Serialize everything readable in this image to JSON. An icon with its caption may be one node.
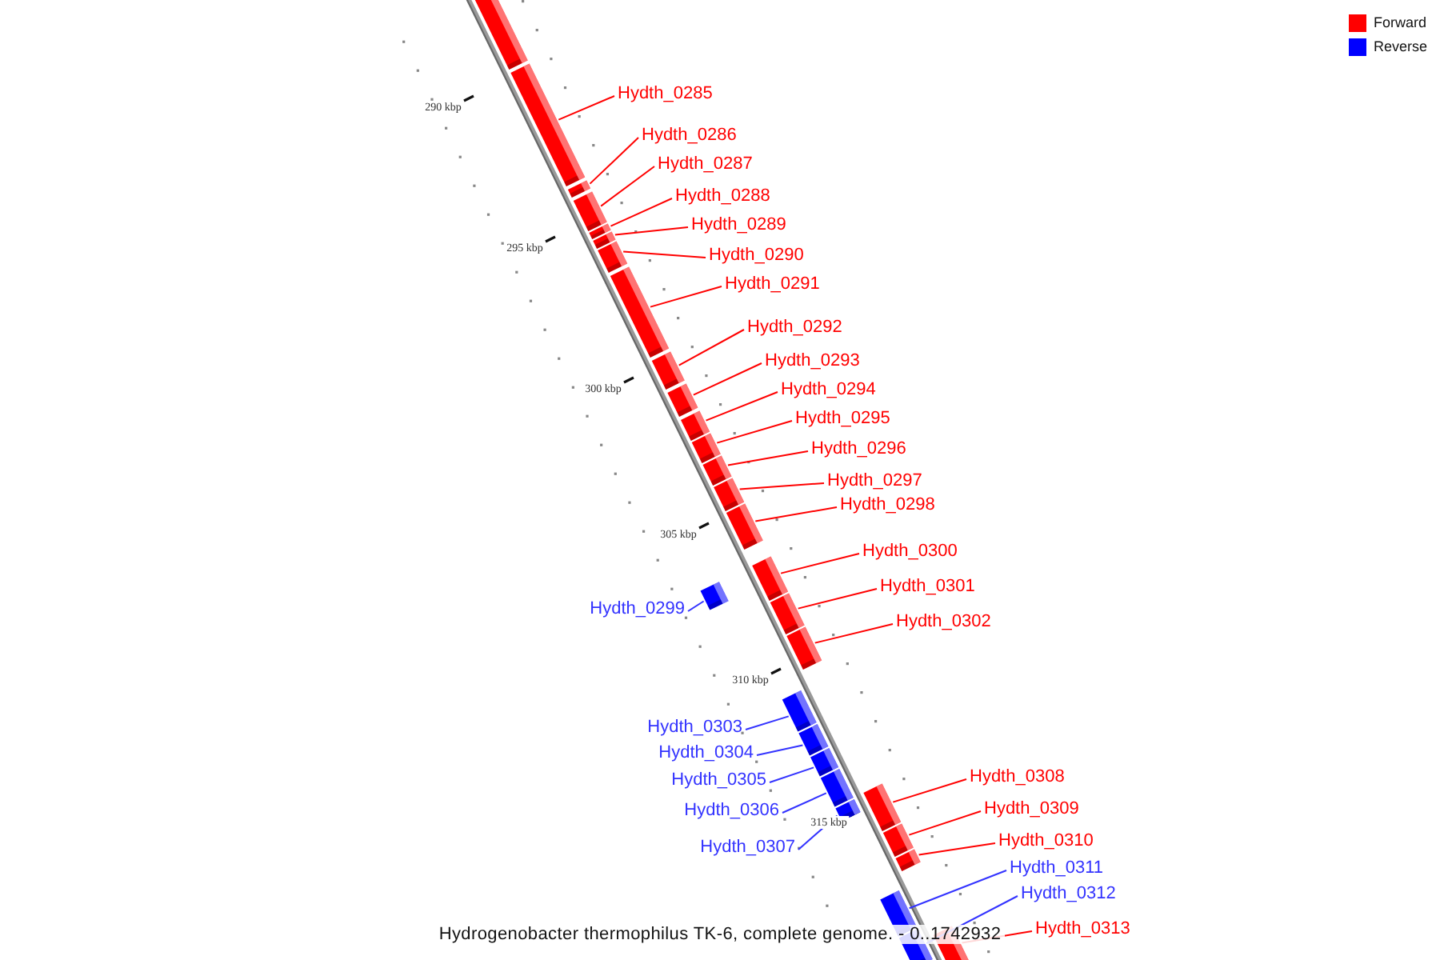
{
  "diagram": {
    "caption": "Hydrogenobacter thermophilus TK-6, complete genome. - 0..1742932",
    "nodes": [
      {
        "text": [],
        "shape": "bar"
      },
      {
        "text": [
          "Hydth_0285"
        ]
      },
      {
        "text": [],
        "shape": "bar"
      },
      {
        "text": [
          "Hydth_0286"
        ]
      },
      {
        "text": [],
        "shape": "bar"
      },
      {
        "text": [
          "Hydth_0287"
        ]
      },
      {
        "text": [],
        "shape": "bar"
      },
      {
        "text": [
          "Hydth_0288"
        ]
      },
      {
        "text": [],
        "shape": "bar"
      },
      {
        "text": [
          "Hydth_0289"
        ]
      },
      {
        "text": [],
        "shape": "bar"
      },
      {
        "text": [
          "Hydth_0290"
        ]
      },
      {
        "text": [],
        "shape": "bar"
      },
      {
        "text": [
          "Hydth_0291"
        ]
      },
      {
        "text": [],
        "shape": "bar"
      },
      {
        "text": [
          "Hydth_0292"
        ]
      },
      {
        "text": [],
        "shape": "bar"
      },
      {
        "text": [
          "Hydth_0293"
        ]
      },
      {
        "text": [],
        "shape": "bar"
      },
      {
        "text": [
          "Hydth_0294"
        ]
      },
      {
        "text": [],
        "shape": "bar"
      },
      {
        "text": [
          "Hydth_0295"
        ]
      },
      {
        "text": [],
        "shape": "bar"
      },
      {
        "text": [
          "Hydth_0296"
        ]
      },
      {
        "text": [],
        "shape": "bar"
      },
      {
        "text": [
          "Hydth_0297"
        ]
      },
      {
        "text": [],
        "shape": "bar"
      },
      {
        "text": [
          "Hydth_0298"
        ]
      },
      {
        "text": [],
        "shape": "bar"
      },
      {
        "text": [
          "Hydth_0300"
        ]
      },
      {
        "text": [],
        "shape": "bar"
      },
      {
        "text": [
          "Hydth_0299"
        ]
      },
      {
        "text": [],
        "shape": "bar"
      },
      {
        "text": [
          "Hydth_0301"
        ]
      },
      {
        "text": [],
        "shape": "bar"
      },
      {
        "text": [
          "Hydth_0302"
        ]
      },
      {
        "text": [],
        "shape": "bar"
      },
      {
        "text": [
          "Hydth_0303"
        ]
      },
      {
        "text": [],
        "shape": "bar"
      },
      {
        "text": [
          "Hydth_0304"
        ]
      },
      {
        "text": [],
        "shape": "bar"
      },
      {
        "text": [
          "Hydth_0305"
        ]
      },
      {
        "text": [],
        "shape": "bar"
      },
      {
        "text": [
          "Hydth_0308"
        ]
      },
      {
        "text": [],
        "shape": "bar"
      },
      {
        "text": [
          "Hydth_0306"
        ]
      },
      {
        "text": [],
        "shape": "bar"
      },
      {
        "text": [
          "Hydth_0309"
        ]
      },
      {
        "text": [],
        "shape": "bar"
      },
      {
        "text": [
          "Hydth_0310"
        ]
      },
      {
        "text": [],
        "shape": "bar"
      },
      {
        "text": [
          "Hydth_0307"
        ]
      },
      {
        "text": [],
        "shape": "bar"
      },
      {
        "text": [
          "Hydth_0311"
        ]
      },
      {
        "text": [],
        "shape": "bar"
      },
      {
        "text": [
          "Hydth_0312"
        ]
      },
      {
        "text": [],
        "shape": "bar"
      },
      {
        "text": [
          "Hydth_0313"
        ]
      },
      {
        "text": [],
        "shape": "bar"
      }
    ],
    "edges": [
      {
        "from": 1,
        "to": 2,
        "arrow": "none"
      },
      {
        "from": 3,
        "to": 4,
        "arrow": "none"
      },
      {
        "from": 5,
        "to": 6,
        "arrow": "none"
      },
      {
        "from": 7,
        "to": 8,
        "arrow": "none"
      },
      {
        "from": 9,
        "to": 10,
        "arrow": "none"
      },
      {
        "from": 11,
        "to": 12,
        "arrow": "none"
      },
      {
        "from": 13,
        "to": 14,
        "arrow": "none"
      },
      {
        "from": 15,
        "to": 16,
        "arrow": "none"
      },
      {
        "from": 17,
        "to": 18,
        "arrow": "none"
      },
      {
        "from": 19,
        "to": 20,
        "arrow": "none"
      },
      {
        "from": 21,
        "to": 22,
        "arrow": "none"
      },
      {
        "from": 23,
        "to": 24,
        "arrow": "none"
      },
      {
        "from": 25,
        "to": 26,
        "arrow": "none"
      },
      {
        "from": 27,
        "to": 28,
        "arrow": "none"
      },
      {
        "from": 29,
        "to": 30,
        "arrow": "none"
      },
      {
        "from": 31,
        "to": 32,
        "arrow": "none",
        "color": "#3333ff"
      },
      {
        "from": 33,
        "to": 34,
        "arrow": "none"
      },
      {
        "from": 35,
        "to": 36,
        "arrow": "none"
      },
      {
        "from": 37,
        "to": 38,
        "arrow": "none",
        "color": "#3333ff"
      },
      {
        "from": 39,
        "to": 40,
        "arrow": "none",
        "color": "#3333ff"
      },
      {
        "from": 41,
        "to": 42,
        "arrow": "none",
        "color": "#3333ff"
      },
      {
        "from": 43,
        "to": 44,
        "arrow": "none"
      },
      {
        "from": 45,
        "to": 46,
        "arrow": "none",
        "color": "#3333ff"
      },
      {
        "from": 47,
        "to": 48,
        "arrow": "none"
      },
      {
        "from": 49,
        "to": 50,
        "arrow": "none"
      },
      {
        "from": 51,
        "to": 52,
        "arrow": "none",
        "color": "#3333ff"
      },
      {
        "from": 53,
        "to": 54,
        "arrow": "none",
        "color": "#3333ff"
      },
      {
        "from": 55,
        "to": 56,
        "arrow": "none",
        "color": "#3333ff"
      },
      {
        "from": 57,
        "to": 58,
        "arrow": "none"
      }
    ],
    "labels": [
      "290 kbp",
      "295 kbp",
      "300 kbp",
      "305 kbp",
      "310 kbp",
      "315 kbp"
    ],
    "legend": [
      {
        "text": "Forward",
        "color": "#ff0000"
      },
      {
        "text": "Reverse",
        "color": "#0000ff"
      }
    ]
  }
}
